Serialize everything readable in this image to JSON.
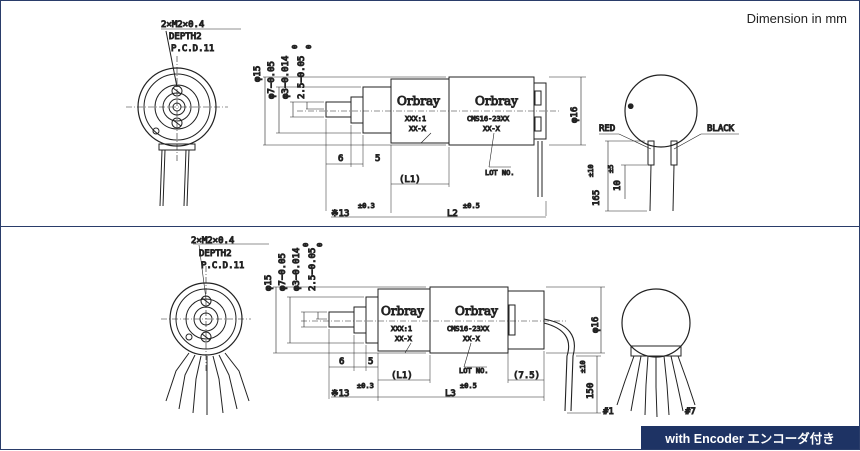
{
  "header": {
    "unit_note": "Dimension in mm"
  },
  "badge": {
    "label": "with Encoder エンコーダ付き"
  },
  "top": {
    "mount_note_1": "2×M2×0.4",
    "mount_note_2": "DEPTH2",
    "mount_note_3": "P.C.D.11",
    "dia_15": "φ15",
    "dia_7": "φ7−0.05",
    "dia_3": "φ3−0.014",
    "dia_25": "2.5−0.05",
    "zero": "0",
    "brand_gear": "Orbray",
    "brand_motor": "Orbray",
    "gear_ratio": "XXX:1",
    "gear_code": "XX-X",
    "motor_model": "CMS16-23XX",
    "motor_code": "XX-X",
    "lot_no": "LOT NO.",
    "dim_6": "6",
    "dim_5": "5",
    "dim_l1": "(L1)",
    "dim_13": "※13",
    "dim_13_tol": "±0.3",
    "dim_l2": "L2",
    "dim_l2_tol": "±0.5",
    "dia_16": "φ16",
    "lead_red": "RED",
    "lead_black": "BLACK",
    "dim_165": "165",
    "dim_165_tol": "±10",
    "dim_10": "10",
    "dim_10_tol": "±5",
    "plus": "⊕"
  },
  "bottom": {
    "mount_note_1": "2×M2×0.4",
    "mount_note_2": "DEPTH2",
    "mount_note_3": "P.C.D.11",
    "dia_15": "φ15",
    "dia_7": "φ7−0.05",
    "dia_3": "φ3−0.014",
    "dia_25": "2.5−0.05",
    "zero": "0",
    "brand_gear": "Orbray",
    "brand_motor": "Orbray",
    "gear_ratio": "XXX:1",
    "gear_code": "XX-X",
    "motor_model": "CMS16-23XX",
    "motor_code": "XX-X",
    "lot_no": "LOT NO.",
    "dim_6": "6",
    "dim_5": "5",
    "dim_l1": "(L1)",
    "dim_75": "(7.5)",
    "dim_13": "※13",
    "dim_13_tol": "±0.3",
    "dim_l3": "L3",
    "dim_l3_tol": "±0.5",
    "dia_16": "φ16",
    "dim_150": "150",
    "dim_150_tol": "±10",
    "pin_1": "#1",
    "pin_7": "#7"
  }
}
